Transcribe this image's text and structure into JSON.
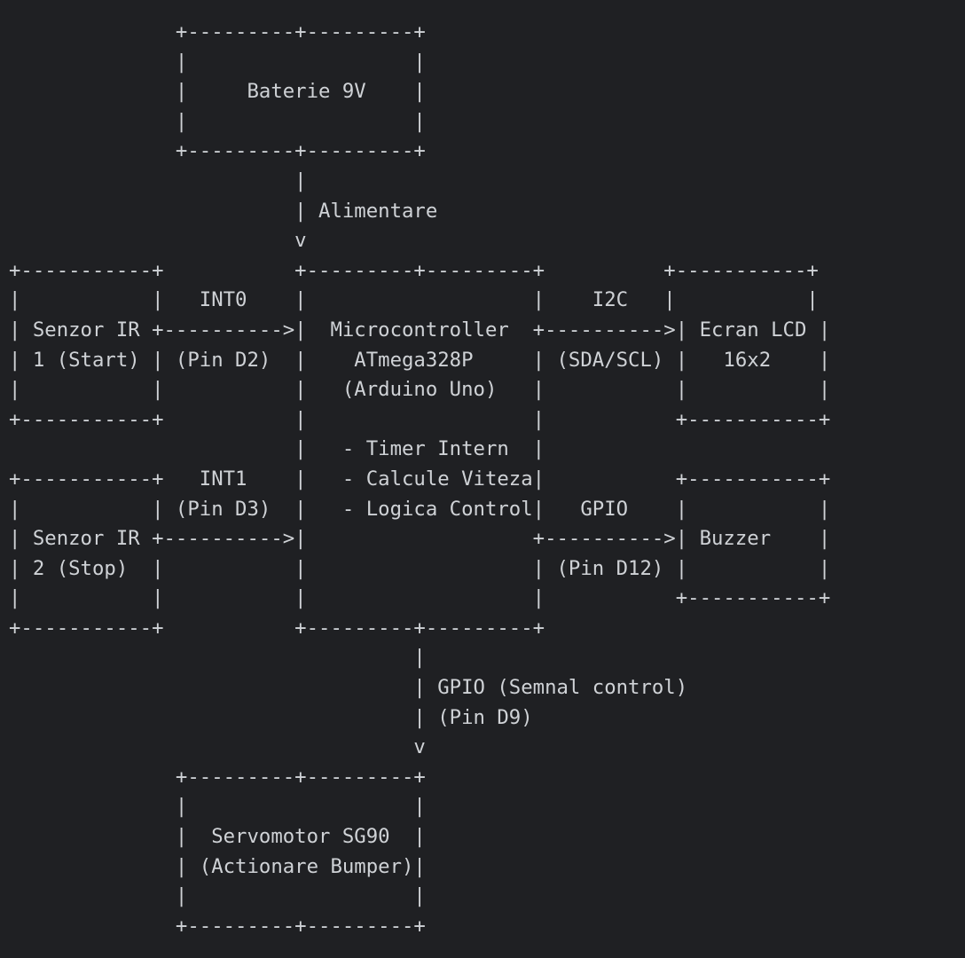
{
  "theme": {
    "background": "#1f2023",
    "text": "#cfd2d6"
  },
  "diagram_lines": [
    "              +---------+---------+",
    "              |                   |",
    "              |     Baterie 9V    |",
    "              |                   |",
    "              +---------+---------+",
    "                        |",
    "                        | Alimentare",
    "                        v",
    "+-----------+           +---------+---------+          +-----------+",
    "|           |   INT0    |                   |    I2C   |           |",
    "| Senzor IR +---------->|  Microcontroller  +---------->| Ecran LCD |",
    "| 1 (Start) | (Pin D2)  |    ATmega328P     | (SDA/SCL) |   16x2    |",
    "|           |           |   (Arduino Uno)   |           |           |",
    "+-----------+           |                   |           +-----------+",
    "                        |   - Timer Intern  |",
    "+-----------+   INT1    |   - Calcule Viteza|           +-----------+",
    "|           | (Pin D3)  |   - Logica Control|   GPIO    |           |",
    "| Senzor IR +---------->|                   +---------->| Buzzer    |",
    "| 2 (Stop)  |           |                   | (Pin D12) |           |",
    "|           |           |                   |           +-----------+",
    "+-----------+           +---------+---------+",
    "                                  |",
    "                                  | GPIO (Semnal control)",
    "                                  | (Pin D9)",
    "                                  v",
    "              +---------+---------+",
    "              |                   |",
    "              |  Servomotor SG90  |",
    "              | (Actionare Bumper)|",
    "              |                   |",
    "              +---------+---------+"
  ]
}
